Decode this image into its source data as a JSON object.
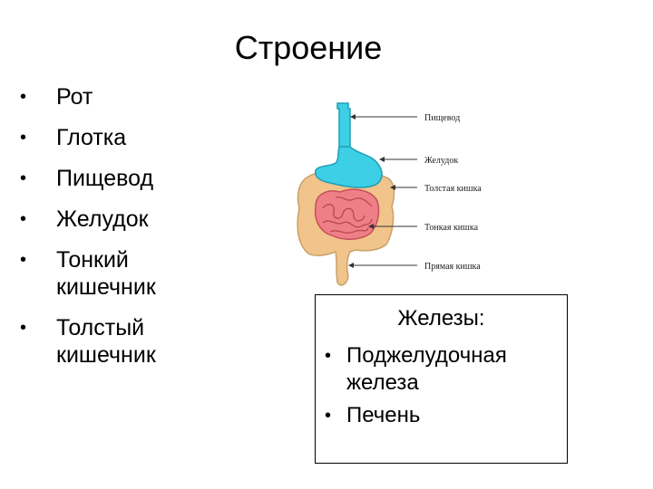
{
  "title": "Строение",
  "organs": [
    "Рот",
    "Глотка",
    "Пищевод",
    "Желудок",
    "Тонкий кишечник",
    "Толстый кишечник"
  ],
  "organ_lines": [
    [
      "Рот"
    ],
    [
      "Глотка"
    ],
    [
      "Пищевод"
    ],
    [
      "Желудок"
    ],
    [
      "Тонкий",
      "кишечник"
    ],
    [
      "Толстый",
      "кишечник"
    ]
  ],
  "bullet": "•",
  "diagram": {
    "labels": [
      "Пищевод",
      "Желудок",
      "Толстая кишка",
      "Тонкая кишка",
      "Прямая кишка"
    ],
    "colors": {
      "stomach": "#3ccfe6",
      "small_intestine": "#ee7f86",
      "large_intestine": "#f0c48a"
    }
  },
  "glands": {
    "title": "Железы:",
    "items": [
      [
        "Поджелудочная",
        "железа"
      ],
      [
        "Печень"
      ]
    ]
  }
}
